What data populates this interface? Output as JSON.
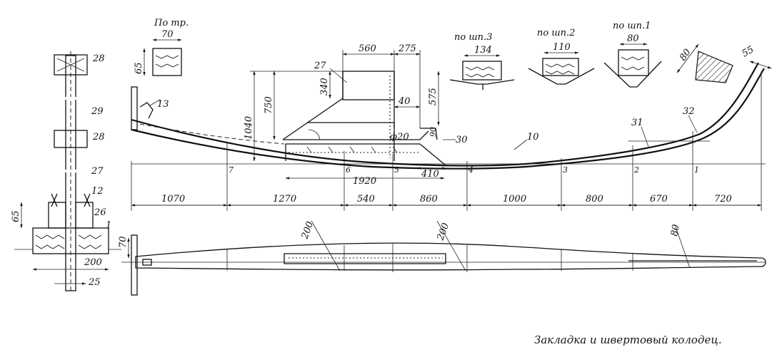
{
  "caption": "Закладка и швертовый колодец.",
  "section_headers": [
    "По тр.",
    "по шп.3",
    "по шп.2",
    "по шп.1"
  ],
  "section_widths": [
    "70",
    "134",
    "110",
    "80"
  ],
  "section_height_left": "65",
  "keel_angle_dims": [
    "80",
    "55"
  ],
  "upper_dims": [
    "560",
    "275",
    "40",
    "575",
    "90",
    "750",
    "1040",
    "340"
  ],
  "diameter_label": "ф20",
  "lower_row_dims": [
    "1070",
    "1270",
    "540",
    "860",
    "1000",
    "800",
    "670",
    "720"
  ],
  "mid_dims": [
    "1920",
    "410"
  ],
  "frame_numbers": [
    "7",
    "6",
    "5",
    "4",
    "3",
    "2",
    "1"
  ],
  "part_numbers": [
    "13",
    "27",
    "30",
    "10",
    "31",
    "32"
  ],
  "cross_section": {
    "part_numbers": [
      "28",
      "29",
      "28",
      "27",
      "12",
      "26",
      "1"
    ],
    "dims": [
      "65",
      "200",
      "25"
    ]
  },
  "plan_view_dims": [
    "70",
    "200",
    "200",
    "80"
  ]
}
